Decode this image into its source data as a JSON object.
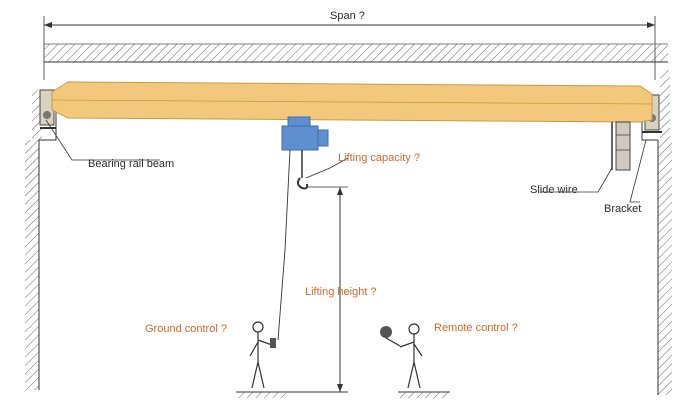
{
  "labels": {
    "span": "Span ?",
    "lifting_capacity": "Lifting capacity ?",
    "bearing_rail_beam": "Bearing rail beam",
    "slide_wire": "Slide wire",
    "bracket": "Bracket",
    "lifting_height": "Lifting height ?",
    "ground_control": "Ground control ?",
    "remote_control": "Remote control ?"
  },
  "colors": {
    "girder": "#f2c97c",
    "girder_edge": "#c99a45",
    "hoist": "#5f8fcf",
    "hoist_dark": "#3f6fae",
    "annotation": "#d2692a",
    "line": "#333333"
  }
}
